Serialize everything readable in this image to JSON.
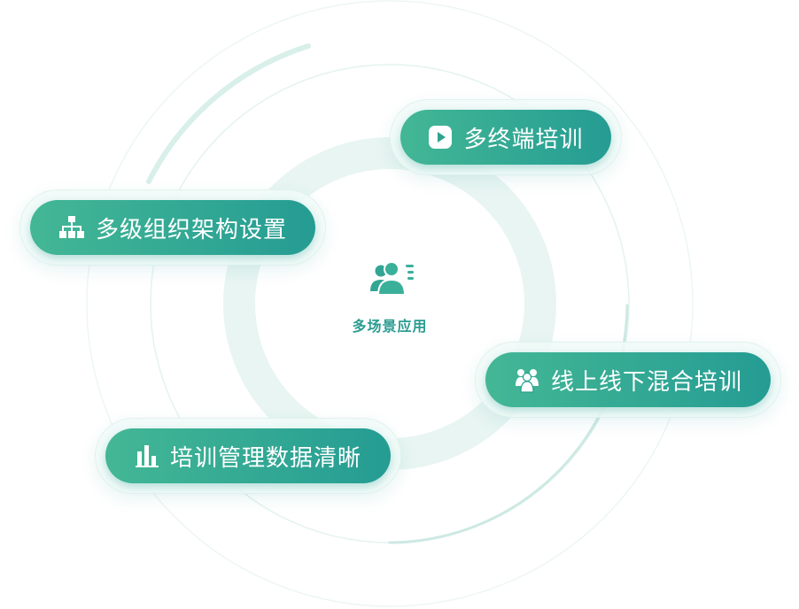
{
  "center": {
    "label": "多场景应用",
    "icon": "people-list-icon"
  },
  "pills": [
    {
      "id": "multi-terminal-training",
      "label": "多终端培训",
      "icon": "play-icon"
    },
    {
      "id": "multi-level-organization",
      "label": "多级组织架构设置",
      "icon": "org-chart-icon"
    },
    {
      "id": "blended-training",
      "label": "线上线下混合培训",
      "icon": "group-icon"
    },
    {
      "id": "training-data-management",
      "label": "培训管理数据清晰",
      "icon": "bar-chart-icon"
    }
  ],
  "colors": {
    "pill_start": "#43b795",
    "pill_end": "#259c93",
    "center_text": "#2c9d92",
    "ring": "#e4f3f0",
    "ring_accent": "#cde9e3"
  }
}
